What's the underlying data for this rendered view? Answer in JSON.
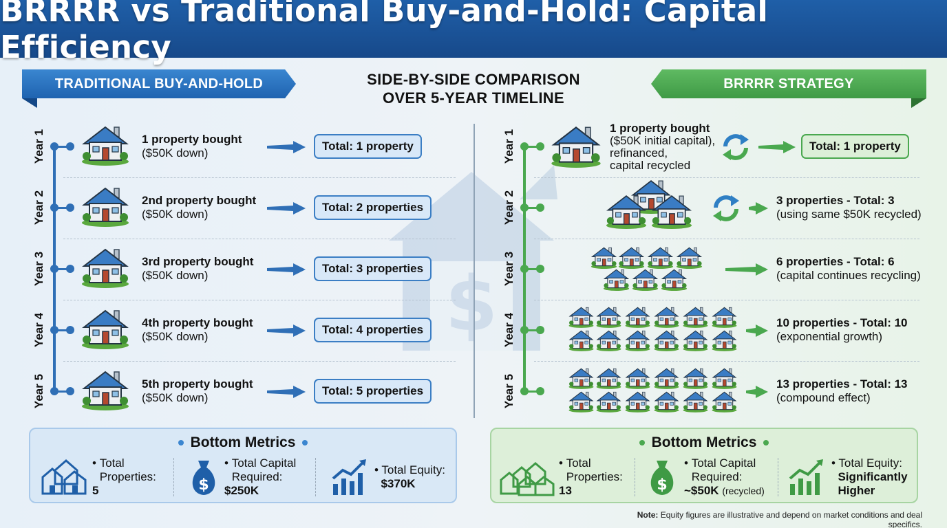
{
  "title": "BRRRR vs Traditional Buy-and-Hold: Capital Efficiency",
  "subtitle_line1": "SIDE-BY-SIDE COMPARISON",
  "subtitle_line2": "OVER 5-YEAR TIMELINE",
  "traditional": {
    "banner": "TRADITIONAL BUY-AND-HOLD",
    "years": [
      {
        "year": "Year 1",
        "line1": "1 property bought",
        "line2": "($50K down)",
        "total": "Total: 1 property"
      },
      {
        "year": "Year 2",
        "line1": "2nd property bought",
        "line2": "($50K down)",
        "total": "Total: 2 properties"
      },
      {
        "year": "Year 3",
        "line1": "3rd property bought",
        "line2": "($50K down)",
        "total": "Total: 3 properties"
      },
      {
        "year": "Year 4",
        "line1": "4th property bought",
        "line2": "($50K down)",
        "total": "Total: 4 properties"
      },
      {
        "year": "Year 5",
        "line1": "5th property bought",
        "line2": "($50K down)",
        "total": "Total: 5 properties"
      }
    ],
    "metrics": {
      "title": "Bottom Metrics",
      "properties_label": "Total Properties:",
      "properties_value": "5",
      "capital_label": "Total Capital Required:",
      "capital_value": "$250K",
      "equity_label": "Total Equity:",
      "equity_value": "$370K"
    }
  },
  "brrrr": {
    "banner": "BRRRR STRATEGY",
    "y1_line1": "1 property bought",
    "y1_line2": "($50K initial capital),",
    "y1_line3": "refinanced,",
    "y1_line4": "capital recycled",
    "y1_total": "Total: 1 property",
    "years": [
      {
        "year": "Year 1"
      },
      {
        "year": "Year 2",
        "line1": "3 properties - Total: 3",
        "line2": "(using same $50K recycled)"
      },
      {
        "year": "Year 3",
        "line1": "6 properties - Total: 6",
        "line2": "(capital continues recycling)"
      },
      {
        "year": "Year 4",
        "line1": "10 properties - Total: 10",
        "line2": "(exponential growth)"
      },
      {
        "year": "Year 5",
        "line1": "13 properties - Total: 13",
        "line2": "(compound effect)"
      }
    ],
    "metrics": {
      "title": "Bottom Metrics",
      "properties_label": "Total Properties:",
      "properties_value": "13",
      "capital_label": "Total Capital Required:",
      "capital_value": "~$50K",
      "capital_suffix": "(recycled)",
      "equity_label": "Total Equity:",
      "equity_value_l1": "Significantly",
      "equity_value_l2": "Higher"
    }
  },
  "note_label": "Note:",
  "note_text": "Equity figures are illustrative and depend on market conditions and deal specifics.",
  "colors": {
    "blue": "#1f63b0",
    "green": "#4aa84f",
    "header": "#1b4f92"
  }
}
